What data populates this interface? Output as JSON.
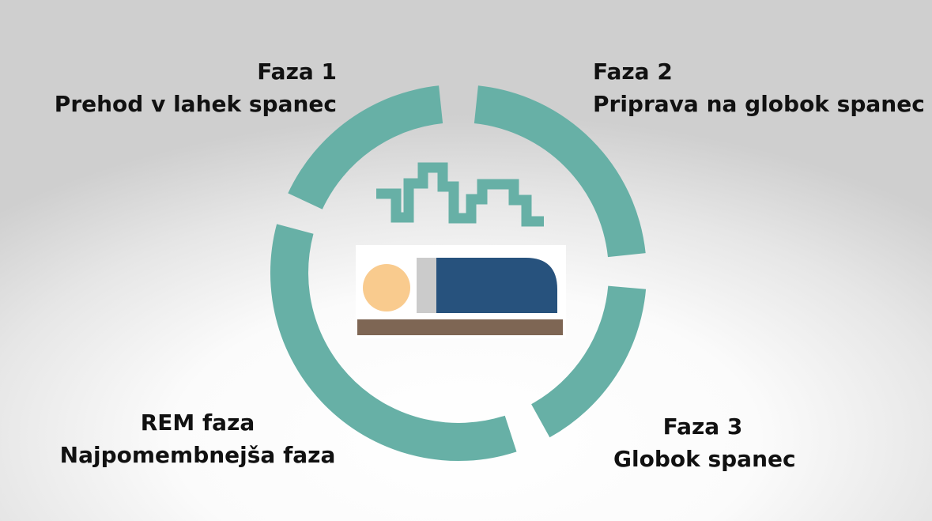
{
  "phases": [
    {
      "title": "Faza 1",
      "subtitle": "Prehod v lahek spanec"
    },
    {
      "title": "Faza 2",
      "subtitle": "Priprava na globok spanec"
    },
    {
      "title": "Faza 3",
      "subtitle": "Globok spanec"
    },
    {
      "title": "REM faza",
      "subtitle": "Najpomembnejša faza"
    }
  ],
  "colors": {
    "ring": "#67b0a6",
    "wave": "#67b0a6",
    "blanket": "#27527d",
    "head": "#f9cb8e",
    "pillow": "#cbcbcb",
    "bed": "#7e6654"
  },
  "icons": {
    "center": "sleeping-person-icon",
    "wave": "sleep-wave-icon"
  }
}
